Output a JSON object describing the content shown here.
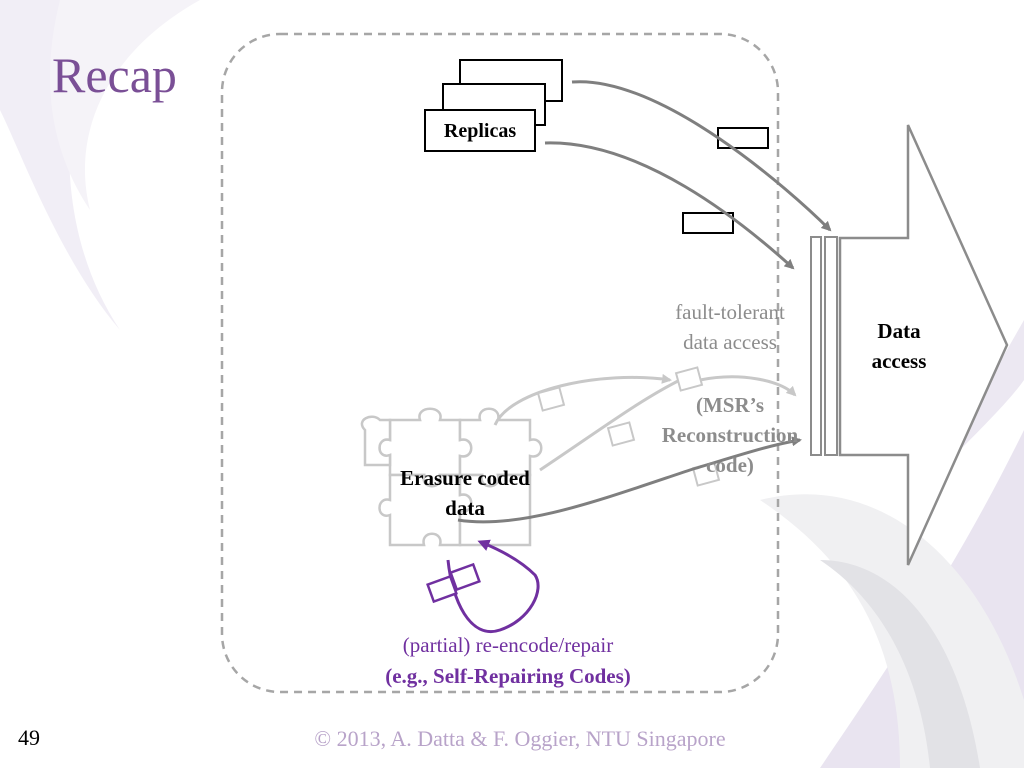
{
  "slide": {
    "title": "Recap",
    "page_number": "49",
    "footer": "© 2013, A. Datta & F. Oggier, NTU Singapore"
  },
  "diagram": {
    "replicas_label": "Replicas",
    "fault_tolerant_line1": "fault-tolerant",
    "fault_tolerant_line2": "data access",
    "msr_line1": "(MSR’s",
    "msr_line2": "Reconstruction",
    "msr_line3": "code)",
    "erasure_line1": "Erasure coded",
    "erasure_line2": "data",
    "data_access_line1": "Data",
    "data_access_line2": "access",
    "repair_line1": "(partial) re-encode/repair",
    "repair_line2": "(e.g., Self-Repairing Codes)"
  },
  "colors": {
    "title": "#7a4f96",
    "repair": "#7030a0",
    "gray_text": "#8c8c8c",
    "footer": "#b8a3c9"
  }
}
